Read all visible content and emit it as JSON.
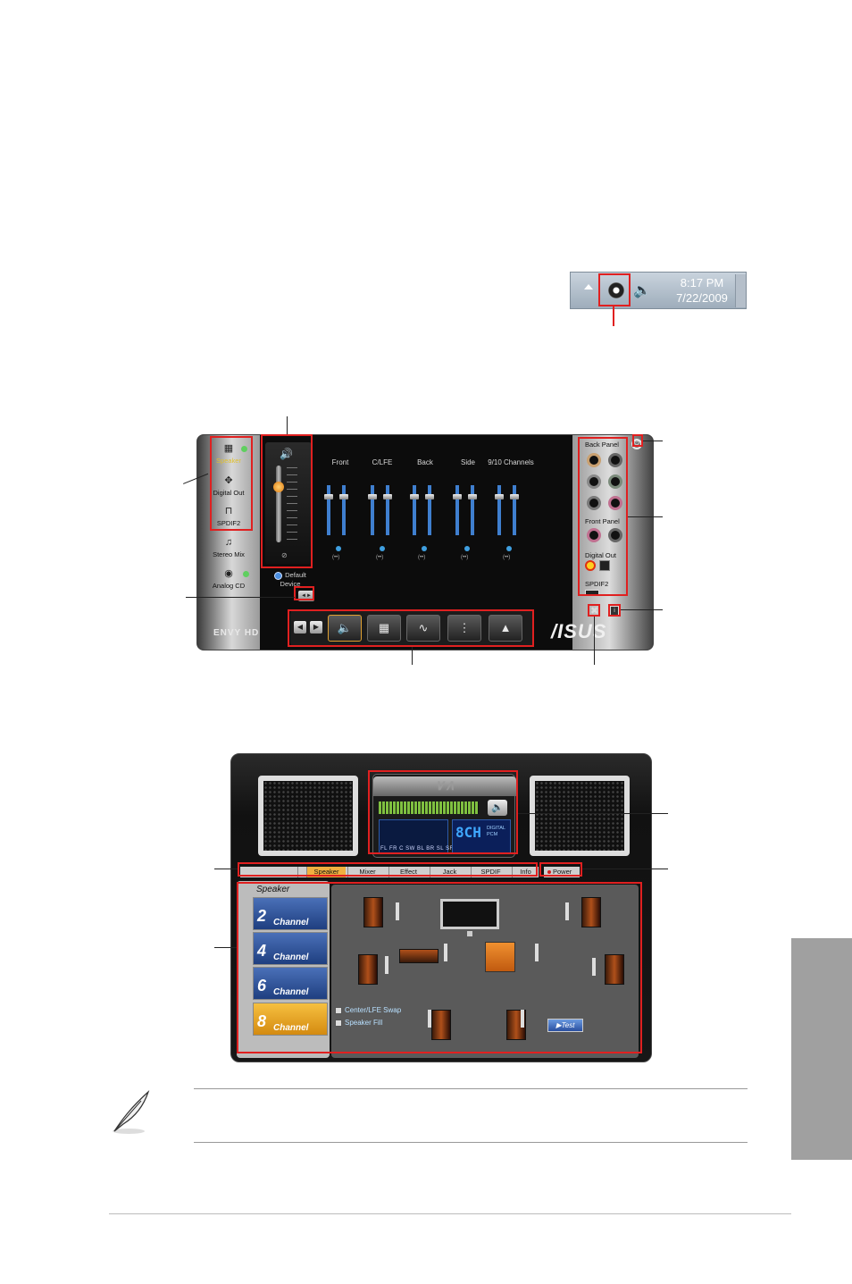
{
  "tray": {
    "time": "8:17 PM",
    "date": "7/22/2009",
    "icons": [
      "up-arrow-icon",
      "hd-audio-icon",
      "volume-icon"
    ]
  },
  "hd_audio_center": {
    "devices": [
      {
        "label": "Speaker",
        "icon": "speaker-icon",
        "active": true
      },
      {
        "label": "Digital Out",
        "icon": "plug-icon"
      },
      {
        "label": "SPDIF2",
        "icon": "square-wave-icon"
      },
      {
        "label": "Stereo Mix",
        "icon": "music-note-icon"
      },
      {
        "label": "Analog CD",
        "icon": "cd-icon"
      }
    ],
    "default_device": "Default Device",
    "brand": "ENVY HD",
    "channels": [
      "Front",
      "C/LFE",
      "Back",
      "Side",
      "9/10 Channels"
    ],
    "link_symbol": "(••)",
    "right_panel": {
      "back_panel": "Back Panel",
      "front_panel": "Front Panel",
      "digital_out": "Digital Out",
      "spdif2": "SPDIF2"
    },
    "logo": "/ISUS",
    "colors": {
      "accent": "#e0a030",
      "fader": "#3f7fcf"
    }
  },
  "deck": {
    "lcd_big": "8CH",
    "lcd_small": [
      "DIGITAL",
      "PCM"
    ],
    "channel_abbr": "FL FR C SW BL BR SL SR",
    "tabs": [
      "Speaker",
      "Mixer",
      "Effect",
      "Jack",
      "SPDIF",
      "Info"
    ],
    "power": "Power",
    "panel_title": "Speaker",
    "channel_buttons": [
      {
        "num": "2",
        "word": "Channel"
      },
      {
        "num": "4",
        "word": "Channel"
      },
      {
        "num": "6",
        "word": "Channel"
      },
      {
        "num": "8",
        "word": "Channel",
        "active": true
      }
    ],
    "options": [
      "Center/LFE Swap",
      "Speaker Fill"
    ],
    "test": "▶Test"
  }
}
